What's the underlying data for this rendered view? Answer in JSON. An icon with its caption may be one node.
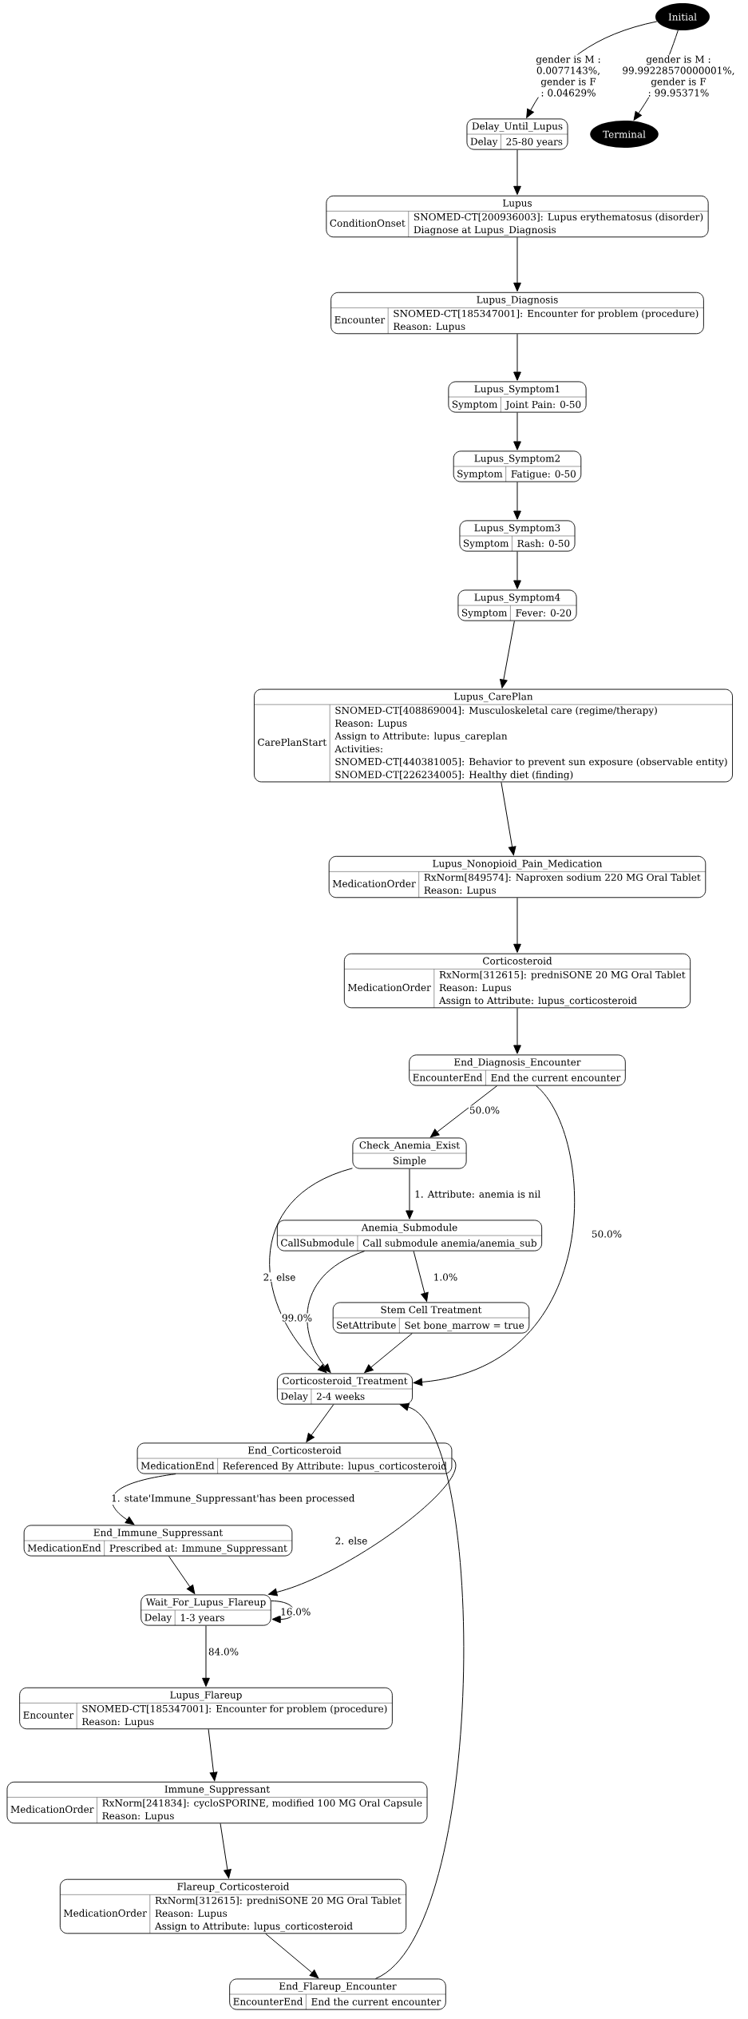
{
  "diagram": {
    "nodes": [
      {
        "text": [
          "Initial"
        ]
      },
      {
        "text": [
          "Terminal"
        ]
      },
      {
        "text": [
          "Delay_Until_Lupus",
          "Delay",
          "25-80 years"
        ]
      },
      {
        "text": [
          "Lupus",
          "ConditionOnset",
          "SNOMED-CT[200936003]: Lupus erythematosus (disorder)",
          "Diagnose at Lupus_Diagnosis"
        ]
      },
      {
        "text": [
          "Lupus_Diagnosis",
          "Encounter",
          "SNOMED-CT[185347001]: Encounter for problem (procedure)",
          "Reason: Lupus"
        ]
      },
      {
        "text": [
          "Lupus_Symptom1",
          "Symptom",
          "Joint Pain: 0-50"
        ]
      },
      {
        "text": [
          "Lupus_Symptom2",
          "Symptom",
          "Fatigue: 0-50"
        ]
      },
      {
        "text": [
          "Lupus_Symptom3",
          "Symptom",
          "Rash: 0-50"
        ]
      },
      {
        "text": [
          "Lupus_Symptom4",
          "Symptom",
          "Fever: 0-20"
        ]
      },
      {
        "text": [
          "Lupus_CarePlan",
          "CarePlanStart",
          "SNOMED-CT[408869004]: Musculoskeletal care (regime/therapy)",
          "Reason: Lupus",
          "Assign to Attribute: lupus_careplan",
          "Activities:",
          "SNOMED-CT[440381005]: Behavior to prevent sun exposure (observable entity)",
          "SNOMED-CT[226234005]: Healthy diet (finding)"
        ]
      },
      {
        "text": [
          "Lupus_Nonopioid_Pain_Medication",
          "MedicationOrder",
          "RxNorm[849574]: Naproxen sodium 220 MG Oral Tablet",
          "Reason: Lupus"
        ]
      },
      {
        "text": [
          "Corticosteroid",
          "MedicationOrder",
          "RxNorm[312615]: predniSONE 20 MG Oral Tablet",
          "Reason: Lupus",
          "Assign to Attribute: lupus_corticosteroid"
        ]
      },
      {
        "text": [
          "End_Diagnosis_Encounter",
          "EncounterEnd",
          "End the current encounter"
        ]
      },
      {
        "text": [
          "Check_Anemia_Exist",
          "Simple"
        ]
      },
      {
        "text": [
          "Anemia_Submodule",
          "CallSubmodule",
          "Call submodule anemia/anemia_sub"
        ]
      },
      {
        "text": [
          "Stem Cell Treatment",
          "SetAttribute",
          "Set bone_marrow = true"
        ]
      },
      {
        "text": [
          "Corticosteroid_Treatment",
          "Delay",
          "2-4 weeks"
        ]
      },
      {
        "text": [
          "End_Corticosteroid",
          "MedicationEnd",
          "Referenced By Attribute: lupus_corticosteroid"
        ]
      },
      {
        "text": [
          "End_Immune_Suppressant",
          "MedicationEnd",
          "Prescribed at: Immune_Suppressant"
        ]
      },
      {
        "text": [
          "Wait_For_Lupus_Flareup",
          "Delay",
          "1-3 years"
        ]
      },
      {
        "text": [
          "Lupus_Flareup",
          "Encounter",
          "SNOMED-CT[185347001]: Encounter for problem (procedure)",
          "Reason: Lupus"
        ]
      },
      {
        "text": [
          "Immune_Suppressant",
          "MedicationOrder",
          "RxNorm[241834]: cycloSPORINE, modified 100 MG Oral Capsule",
          "Reason: Lupus"
        ]
      },
      {
        "text": [
          "Flareup_Corticosteroid",
          "MedicationOrder",
          "RxNorm[312615]: predniSONE 20 MG Oral Tablet",
          "Reason: Lupus",
          "Assign to Attribute: lupus_corticosteroid"
        ]
      },
      {
        "text": [
          "End_Flareup_Encounter",
          "EncounterEnd",
          "End the current encounter"
        ]
      }
    ],
    "edges": [
      {
        "from": 0,
        "to": 2,
        "arrow": "to",
        "label": "gender is M : 0.0077143%, gender is F : 0.04629%"
      },
      {
        "from": 0,
        "to": 1,
        "arrow": "to",
        "label": "gender is M : 99.99228570000001%, gender is F : 99.95371%"
      },
      {
        "from": 2,
        "to": 3,
        "arrow": "to"
      },
      {
        "from": 3,
        "to": 4,
        "arrow": "to"
      },
      {
        "from": 4,
        "to": 5,
        "arrow": "to"
      },
      {
        "from": 5,
        "to": 6,
        "arrow": "to"
      },
      {
        "from": 6,
        "to": 7,
        "arrow": "to"
      },
      {
        "from": 7,
        "to": 8,
        "arrow": "to"
      },
      {
        "from": 8,
        "to": 9,
        "arrow": "to"
      },
      {
        "from": 9,
        "to": 10,
        "arrow": "to"
      },
      {
        "from": 10,
        "to": 11,
        "arrow": "to"
      },
      {
        "from": 11,
        "to": 12,
        "arrow": "to"
      },
      {
        "from": 12,
        "to": 13,
        "arrow": "to",
        "label": "50.0%"
      },
      {
        "from": 12,
        "to": 16,
        "arrow": "to",
        "label": "50.0%"
      },
      {
        "from": 13,
        "to": 14,
        "arrow": "to",
        "label": "1. Attribute: anemia is nil"
      },
      {
        "from": 13,
        "to": 16,
        "arrow": "to",
        "label": "2. else"
      },
      {
        "from": 14,
        "to": 15,
        "arrow": "to",
        "label": "1.0%"
      },
      {
        "from": 14,
        "to": 16,
        "arrow": "to",
        "label": "99.0%"
      },
      {
        "from": 15,
        "to": 16,
        "arrow": "to"
      },
      {
        "from": 16,
        "to": 17,
        "arrow": "to"
      },
      {
        "from": 17,
        "to": 18,
        "arrow": "to",
        "label": "1. state'Immune_Suppressant'has been processed"
      },
      {
        "from": 17,
        "to": 19,
        "arrow": "to",
        "label": "2. else"
      },
      {
        "from": 18,
        "to": 19,
        "arrow": "to"
      },
      {
        "from": 19,
        "to": 19,
        "arrow": "to",
        "label": "16.0%"
      },
      {
        "from": 19,
        "to": 20,
        "arrow": "to",
        "label": "84.0%"
      },
      {
        "from": 20,
        "to": 21,
        "arrow": "to"
      },
      {
        "from": 21,
        "to": 22,
        "arrow": "to"
      },
      {
        "from": 22,
        "to": 23,
        "arrow": "to"
      },
      {
        "from": 23,
        "to": 16,
        "arrow": "to"
      }
    ]
  }
}
